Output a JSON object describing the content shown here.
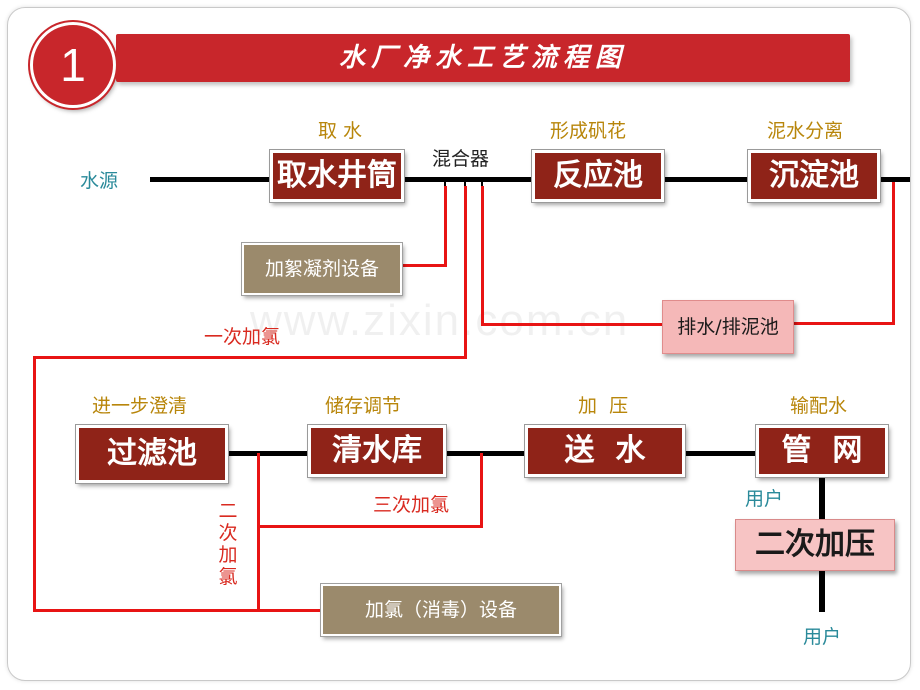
{
  "slide": {
    "number": "1",
    "title": "水厂净水工艺流程图",
    "watermark": "www.zixin.com.cn"
  },
  "units": {
    "intake": "取水井筒",
    "reaction": "反应池",
    "sedimentation": "沉淀池",
    "filter": "过滤池",
    "clearwater": "清水库",
    "pump": "送  水",
    "pipe": "管  网",
    "booster": "二次加压"
  },
  "equipment": {
    "coagulant": "加絮凝剂设备",
    "drain": "排水/排泥池",
    "chlorine": "加氯（消毒）设备"
  },
  "stage_labels": {
    "intake": "取 水",
    "reaction": "形成矾花",
    "sedimentation": "泥水分离",
    "filter": "进一步澄清",
    "clearwater": "储存调节",
    "pump": "加  压",
    "pipe": "输配水"
  },
  "labels": {
    "source": "水源",
    "mixer": "混合器",
    "chlor1": "一次加氯",
    "chlor2": "二次加氯",
    "chlor3": "三次加氯",
    "user1": "用户",
    "user2": "用户"
  },
  "colors": {
    "primary_red": "#c8262b",
    "unit_box": "#8f2318",
    "equipment_box": "#9b8a6c",
    "drain_box": "#f5b8b8",
    "stage_label": "#b8860b",
    "chlorine_line": "#e81414"
  }
}
